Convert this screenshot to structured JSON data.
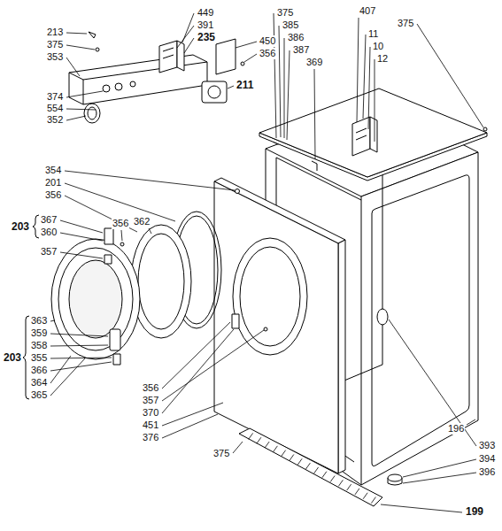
{
  "diagram": {
    "labels": [
      "213",
      "375",
      "353",
      "374",
      "554",
      "352",
      "449",
      "391",
      "235",
      "450",
      "356",
      "211",
      "375",
      "385",
      "386",
      "387",
      "369",
      "407",
      "375",
      "11",
      "10",
      "12",
      "354",
      "201",
      "356",
      "203",
      "367",
      "360",
      "357",
      "356",
      "362",
      "363",
      "359",
      "358",
      "203",
      "355",
      "366",
      "364",
      "365",
      "356",
      "357",
      "370",
      "451",
      "376",
      "375",
      "196",
      "393",
      "394",
      "396",
      "199"
    ]
  }
}
